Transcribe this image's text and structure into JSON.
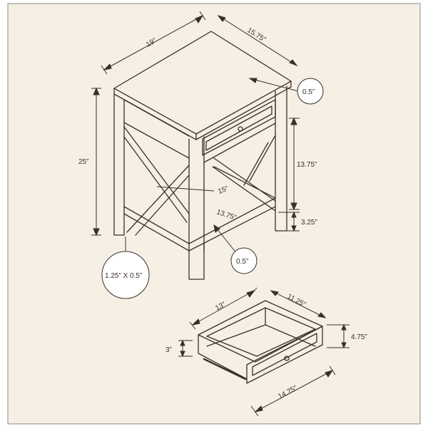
{
  "colors": {
    "background": "#f6efe4",
    "line": "#3a2f2a",
    "outer_bg": "#ffffff"
  },
  "table_dims": {
    "width": "19”",
    "depth": "15.75”",
    "top_thickness": "0.5”",
    "height": "25”",
    "drawer_opening_height": "13.75”",
    "shelf_width": "15”",
    "shelf_depth": "13.75”",
    "shelf_clearance": "3.25”",
    "shelf_thickness": "0.5”",
    "leg_size": "1.25” X 0.5”"
  },
  "drawer_dims": {
    "width": "13”",
    "depth": "11.25”",
    "front_height": "4.75”",
    "interior_height": "3”",
    "front_width": "14.75”"
  }
}
